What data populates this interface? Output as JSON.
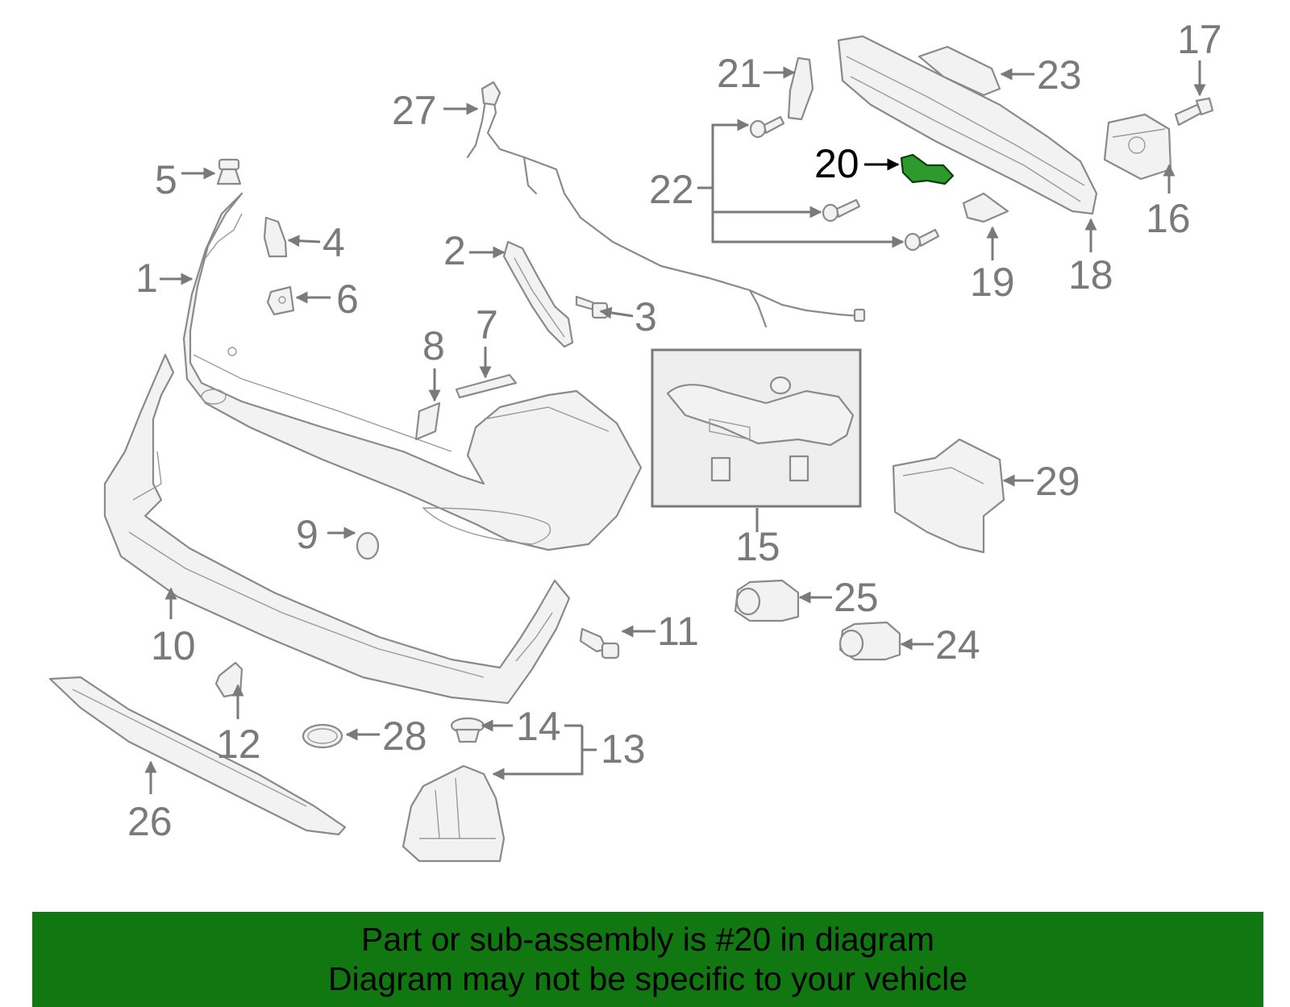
{
  "callouts": {
    "c1": "1",
    "c2": "2",
    "c3": "3",
    "c4": "4",
    "c5": "5",
    "c6": "6",
    "c7": "7",
    "c8": "8",
    "c9": "9",
    "c10": "10",
    "c11": "11",
    "c12": "12",
    "c13": "13",
    "c14": "14",
    "c15": "15",
    "c16": "16",
    "c17": "17",
    "c18": "18",
    "c19": "19",
    "c20": "20",
    "c21": "21",
    "c22": "22",
    "c23": "23",
    "c24": "24",
    "c25": "25",
    "c26": "26",
    "c27": "27",
    "c28": "28",
    "c29": "29"
  },
  "highlighted_part": "20",
  "colors": {
    "highlight_part": "#2e9a2e",
    "banner_background": "#117711",
    "line_art": "#8a8a8a",
    "callout_text": "#7a7a7a"
  },
  "banner": {
    "line1": "Part or sub-assembly is #20 in diagram",
    "line2": "Diagram may not be specific to your vehicle"
  }
}
